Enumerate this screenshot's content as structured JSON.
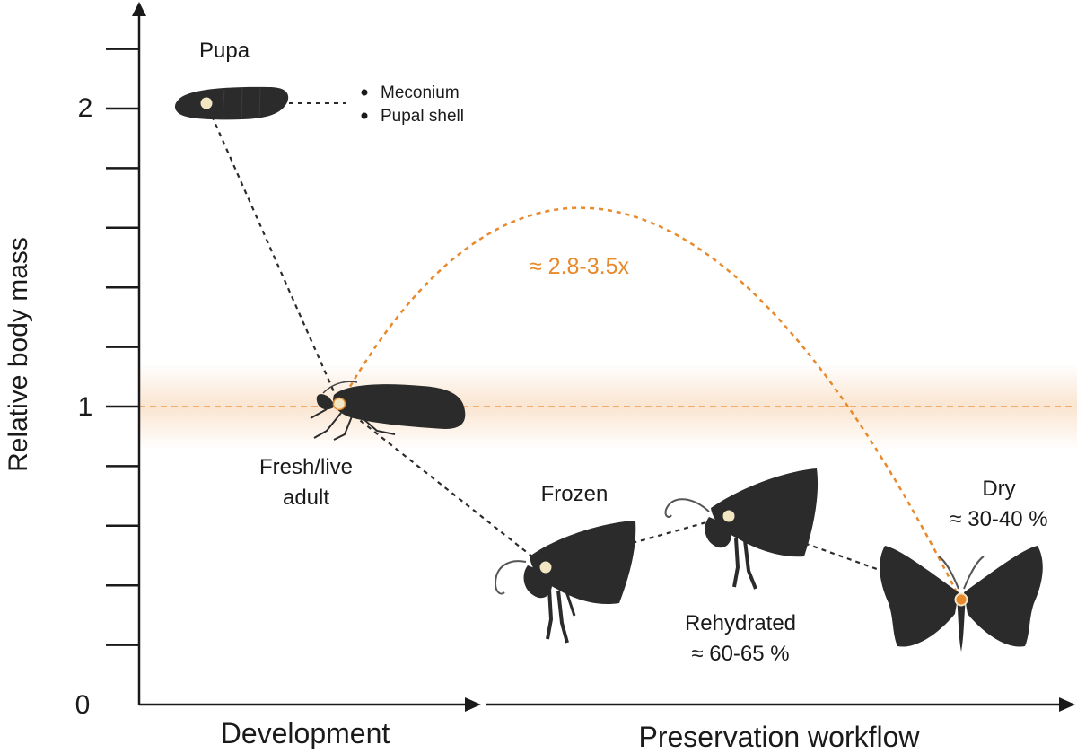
{
  "axis": {
    "ylabel": "Relative body mass",
    "ticks": [
      {
        "value": 0,
        "label": "0"
      },
      {
        "value": 1,
        "label": "1"
      },
      {
        "value": 2,
        "label": "2"
      }
    ],
    "ymax": 2.2
  },
  "phases": {
    "development": "Development",
    "preservation": "Preservation workflow"
  },
  "stages": {
    "pupa": {
      "label": "Pupa",
      "value": 2.0
    },
    "fresh": {
      "label_line1": "Fresh/live",
      "label_line2": "adult",
      "value": 1.0
    },
    "frozen": {
      "label": "Frozen",
      "value": 0.44
    },
    "rehydrated": {
      "label_line1": "Rehydrated",
      "label_line2": "≈ 60-65 %",
      "value": 0.62
    },
    "dry": {
      "label_line1": "Dry",
      "label_line2": "≈ 30-40 %",
      "value": 0.35
    }
  },
  "pupa_losses": [
    "Meconium",
    "Pupal shell"
  ],
  "ratio_label": "≈ 2.8-3.5x",
  "colors": {
    "accent": "#e8892b",
    "ink": "#1a1a1a",
    "silhouette": "#2b2b2b",
    "marker": "#f3e6c3"
  }
}
